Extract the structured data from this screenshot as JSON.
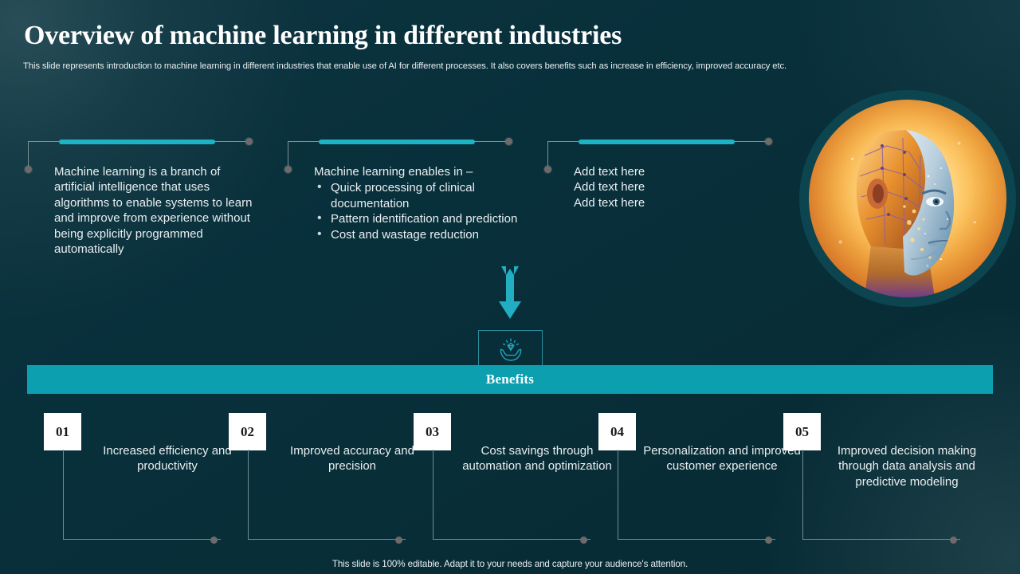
{
  "header": {
    "title": "Overview of machine learning in different industries",
    "subtitle": "This slide represents introduction to machine learning in different industries that enable use of AI  for different processes. It also covers benefits such as increase in efficiency, improved accuracy etc."
  },
  "columns": [
    {
      "lead": "Machine learning is a branch of artificial intelligence that uses algorithms to enable systems to learn and improve from experience without being explicitly programmed automatically",
      "bullets": []
    },
    {
      "lead": "Machine learning enables in –",
      "bullets": [
        "Quick processing of clinical documentation",
        "Pattern identification and prediction",
        "Cost and wastage reduction"
      ]
    },
    {
      "lead": "",
      "plain_lines": [
        "Add text here",
        "Add text here",
        "Add text here"
      ],
      "bullets": []
    }
  ],
  "ai_image": {
    "alt": "ai-humanoid-head-illustration"
  },
  "flow": {
    "arrow_icon": "down-arrow-icon",
    "gem_icon": "diamond-in-hands-icon",
    "benefits_label": "Benefits"
  },
  "benefits": [
    {
      "number": "01",
      "text": "Increased efficiency and productivity"
    },
    {
      "number": "02",
      "text": "Improved accuracy and precision"
    },
    {
      "number": "03",
      "text": "Cost savings through automation and optimization"
    },
    {
      "number": "04",
      "text": "Personalization and improved customer experience"
    },
    {
      "number": "05",
      "text": "Improved decision making through data analysis and predictive modeling"
    }
  ],
  "footer": {
    "note": "This slide is 100% editable. Adapt it to your needs and capture your audience's attention."
  },
  "colors": {
    "background": "#0a2e38",
    "accent_teal": "#0b9fb0",
    "rail_teal": "#1db3c4",
    "card_white": "#ffffff",
    "text": "#e9eff1",
    "connector_gray": "#6f8c93",
    "dot_gray": "#6c6a6a",
    "ring_teal": "#0c4450"
  }
}
